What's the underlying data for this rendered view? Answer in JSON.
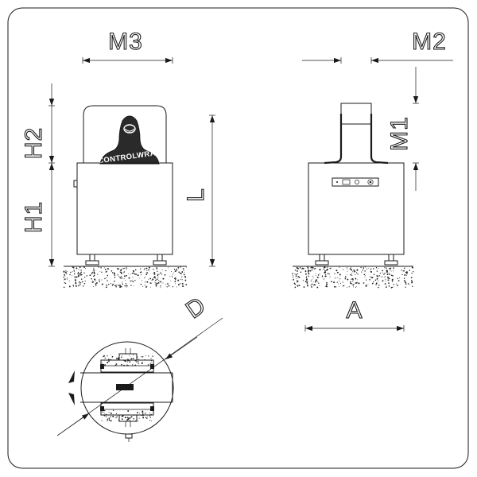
{
  "labels": {
    "m3": "M3",
    "m2": "M2",
    "m1": "M1",
    "h1": "H1",
    "h2": "H2",
    "l": "L",
    "a": "A",
    "d": "D",
    "brand": "CONTROLWRAP"
  },
  "colors": {
    "line": "#1a1a1a",
    "background": "#ffffff"
  }
}
